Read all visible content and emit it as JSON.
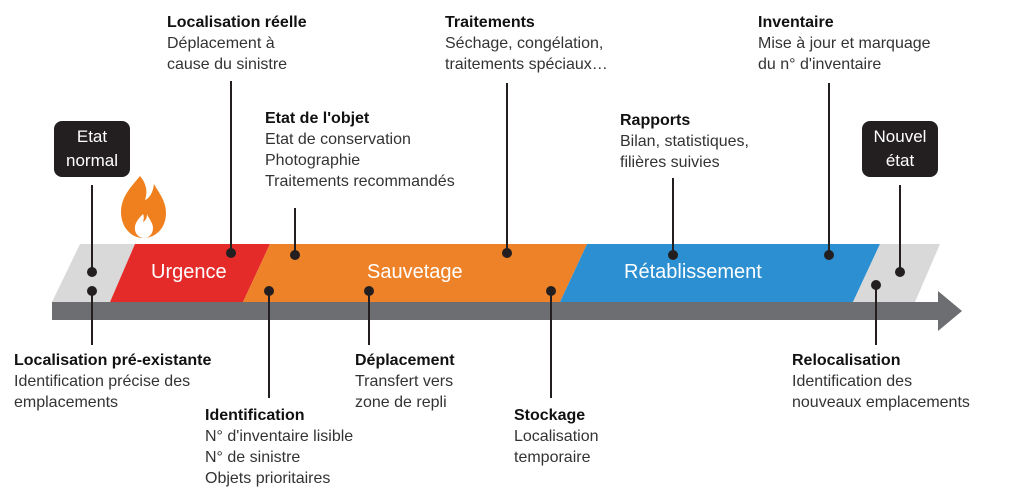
{
  "states": {
    "start": [
      "Etat",
      "normal"
    ],
    "end": [
      "Nouvel",
      "état"
    ]
  },
  "phases": {
    "urgence": "Urgence",
    "sauvetage": "Sauvetage",
    "retablissement": "Rétablissement"
  },
  "colors": {
    "urgence": "#e52a2a",
    "sauvetage": "#ee8228",
    "retablissement": "#2b8fd2",
    "neutral": "#d9d9d9",
    "arrow": "#6d6e71",
    "flame": "#f0801e",
    "box": "#231f20"
  },
  "labels_top": [
    {
      "title": "Localisation réelle",
      "lines": [
        "Déplacement à",
        "cause du sinistre"
      ]
    },
    {
      "title": "Etat de l'objet",
      "lines": [
        "Etat de conservation",
        "Photographie",
        "Traitements recommandés"
      ]
    },
    {
      "title": "Traitements",
      "lines": [
        "Séchage, congélation,",
        "traitements spéciaux…"
      ]
    },
    {
      "title": "Rapports",
      "lines": [
        "Bilan, statistiques,",
        "filières suivies"
      ]
    },
    {
      "title": "Inventaire",
      "lines": [
        "Mise à jour et marquage",
        "du n° d'inventaire"
      ]
    }
  ],
  "labels_bottom": [
    {
      "title": "Localisation pré-existante",
      "lines": [
        "Identification précise des",
        "emplacements"
      ]
    },
    {
      "title": "Identification",
      "lines": [
        "N° d'inventaire lisible",
        "N° de sinistre",
        "Objets prioritaires"
      ]
    },
    {
      "title": "Déplacement",
      "lines": [
        "Transfert vers",
        "zone de repli"
      ]
    },
    {
      "title": "Stockage",
      "lines": [
        "Localisation",
        "temporaire"
      ]
    },
    {
      "title": "Relocalisation",
      "lines": [
        "Identification des",
        "nouveaux emplacements"
      ]
    }
  ]
}
